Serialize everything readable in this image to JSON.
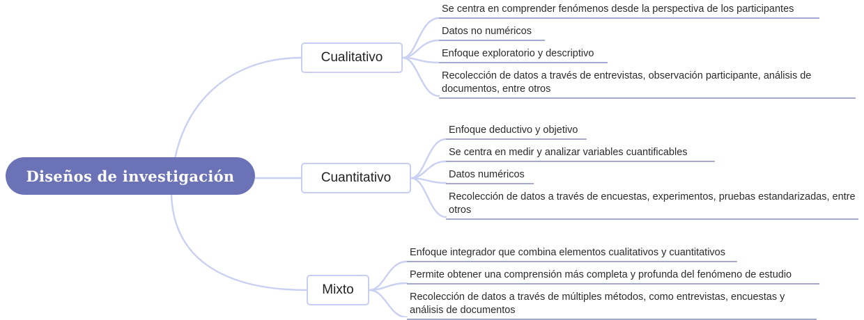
{
  "document": {
    "type": "mind-map",
    "title": "Diseños de investigación"
  },
  "colors": {
    "root_fill": "#6b73b6",
    "root_text": "#ffffff",
    "branch_border": "#c9cdf0",
    "branch_text": "#222222",
    "leaf_text": "#2b2b2b",
    "leaf_rule": "#a4aacd",
    "connector": "#c9d0f2",
    "background": "#ffffff"
  },
  "root": {
    "label": "Diseños de investigación"
  },
  "branches": [
    {
      "label": "Cualitativo",
      "leaves": [
        {
          "text": "Se centra en comprender fenómenos desde la perspectiva de los participantes"
        },
        {
          "text": "Datos no numéricos"
        },
        {
          "text": "Enfoque exploratorio y descriptivo"
        },
        {
          "text": "Recolección de datos a través de entrevistas, observación participante, análisis de documentos, entre otros"
        }
      ]
    },
    {
      "label": "Cuantitativo",
      "leaves": [
        {
          "text": "Enfoque deductivo y objetivo"
        },
        {
          "text": "Se centra en medir y analizar variables cuantificables"
        },
        {
          "text": "Datos numéricos"
        },
        {
          "text": "Recolección de datos a través de encuestas, experimentos, pruebas estandarizadas, entre otros"
        }
      ]
    },
    {
      "label": "Mixto",
      "leaves": [
        {
          "text": "Enfoque integrador que combina elementos cualitativos y cuantitativos"
        },
        {
          "text": "Permite obtener una comprensión más completa y profunda del fenómeno de estudio"
        },
        {
          "text": "Recolección de datos a través de múltiples métodos, como entrevistas, encuestas y análisis de documentos"
        }
      ]
    }
  ]
}
